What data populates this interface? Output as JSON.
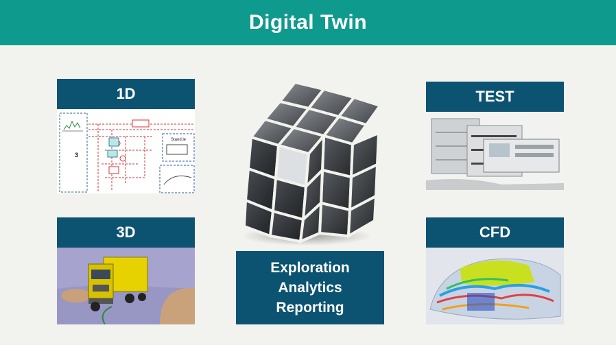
{
  "header": {
    "title": "Digital Twin"
  },
  "panels": {
    "oned": {
      "label": "1D",
      "diagram_number": "3",
      "diagram_box_label": "Stand.le"
    },
    "threed": {
      "label": "3D"
    },
    "test": {
      "label": "TEST"
    },
    "cfd": {
      "label": "CFD"
    }
  },
  "summary": {
    "lines": [
      "Exploration",
      "Analytics",
      "Reporting"
    ]
  },
  "colors": {
    "header": "#0f9a8e",
    "label_bg": "#0c5372",
    "background": "#f2f2ee"
  }
}
